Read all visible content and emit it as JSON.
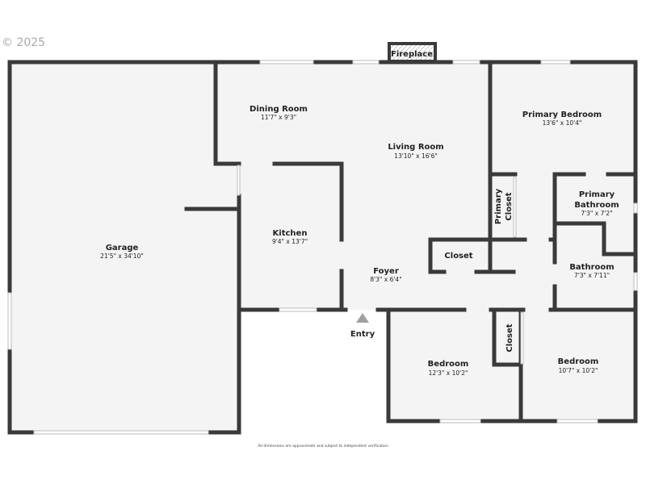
{
  "copyright": "© 2025",
  "footer_note": "All dimensions are approximate and subject to independent verification",
  "colors": {
    "wall": "#3a3a3a",
    "floor": "#f4f4f4",
    "background": "#ffffff",
    "entry_marker": "#a0a0a0"
  },
  "rooms": {
    "garage": {
      "name": "Garage",
      "dims": "21'5\" x 34'10\""
    },
    "dining": {
      "name": "Dining Room",
      "dims": "11'7\" x 9'3\""
    },
    "living": {
      "name": "Living Room",
      "dims": "13'10\" x 16'6\""
    },
    "primary_bedroom": {
      "name": "Primary Bedroom",
      "dims": "13'6\" x 10'4\""
    },
    "primary_closet": {
      "name1": "Primary",
      "name2": "Closet"
    },
    "primary_bathroom": {
      "name1": "Primary",
      "name2": "Bathroom",
      "dims": "7'3\" x 7'2\""
    },
    "kitchen": {
      "name": "Kitchen",
      "dims": "9'4\" x 13'7\""
    },
    "closet": {
      "name": "Closet"
    },
    "foyer": {
      "name": "Foyer",
      "dims": "8'3\" x 6'4\""
    },
    "bathroom": {
      "name": "Bathroom",
      "dims": "7'3\" x 7'11\""
    },
    "bedroom1": {
      "name": "Bedroom",
      "dims": "12'3\" x 10'2\""
    },
    "bedroom_closet": {
      "name": "Closet"
    },
    "bedroom2": {
      "name": "Bedroom",
      "dims": "10'7\" x 10'2\""
    },
    "fireplace": {
      "name": "Fireplace"
    },
    "entry": {
      "name": "Entry"
    }
  }
}
